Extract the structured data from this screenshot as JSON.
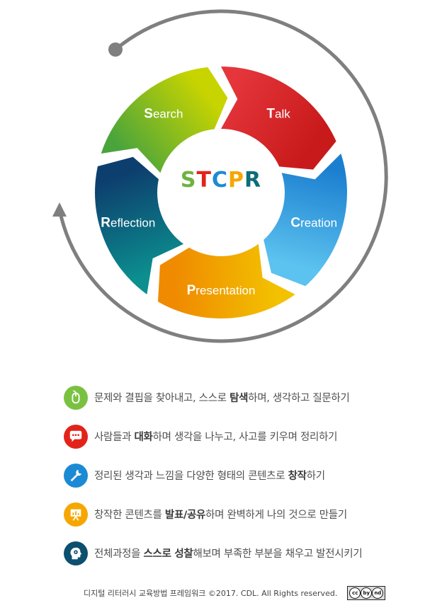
{
  "diagram": {
    "center_title_letters": [
      "S",
      "T",
      "C",
      "P",
      "R"
    ],
    "center_title_colors": [
      "#6db33f",
      "#e2231a",
      "#1b8ad4",
      "#f5a700",
      "#0d6d7a"
    ],
    "segments": [
      {
        "initial": "S",
        "rest": "earch",
        "colors": [
          "#4aa43c",
          "#c8d400"
        ]
      },
      {
        "initial": "T",
        "rest": "alk",
        "colors": [
          "#e5363c",
          "#c81a1a"
        ]
      },
      {
        "initial": "C",
        "rest": "reation",
        "colors": [
          "#1b7fcf",
          "#5cc2ef"
        ]
      },
      {
        "initial": "P",
        "rest": "resentation",
        "colors": [
          "#f2c200",
          "#f08a00"
        ]
      },
      {
        "initial": "R",
        "rest": "eflection",
        "colors": [
          "#0c8f8f",
          "#0d3f6e"
        ]
      }
    ]
  },
  "items": [
    {
      "icon": "mouse-icon",
      "color": "#7ac142",
      "parts": [
        {
          "t": "문제와 결핍을 찾아내고, 스스로 "
        },
        {
          "t": "탐색",
          "b": true
        },
        {
          "t": "하며, 생각하고 질문하기"
        }
      ]
    },
    {
      "icon": "speech-bubble-icon",
      "color": "#e2231a",
      "parts": [
        {
          "t": "사람들과 "
        },
        {
          "t": "대화",
          "b": true
        },
        {
          "t": "하며 생각을 나누고, 사고를 키우며 정리하기"
        }
      ]
    },
    {
      "icon": "wrench-icon",
      "color": "#1b8ad4",
      "parts": [
        {
          "t": "정리된 생각과 느낌을 다양한 형태의 콘텐츠로 "
        },
        {
          "t": "창작",
          "b": true
        },
        {
          "t": "하기"
        }
      ]
    },
    {
      "icon": "presentation-board-icon",
      "color": "#f5a700",
      "parts": [
        {
          "t": "창작한 콘텐츠를 "
        },
        {
          "t": "발표/공유",
          "b": true
        },
        {
          "t": "하며 완벽하게 나의 것으로 만들기"
        }
      ]
    },
    {
      "icon": "head-gear-icon",
      "color": "#0d4f6e",
      "parts": [
        {
          "t": "전체과정을 "
        },
        {
          "t": "스스로 성찰",
          "b": true
        },
        {
          "t": "해보며 부족한 부분을 채우고 발전시키기"
        }
      ]
    }
  ],
  "footer": {
    "text": "디지털 리터러시 교육방법 프레임워크 ©2017. CDL. All Rights reserved.",
    "license_marks": [
      "cc",
      "by",
      "nd"
    ]
  }
}
